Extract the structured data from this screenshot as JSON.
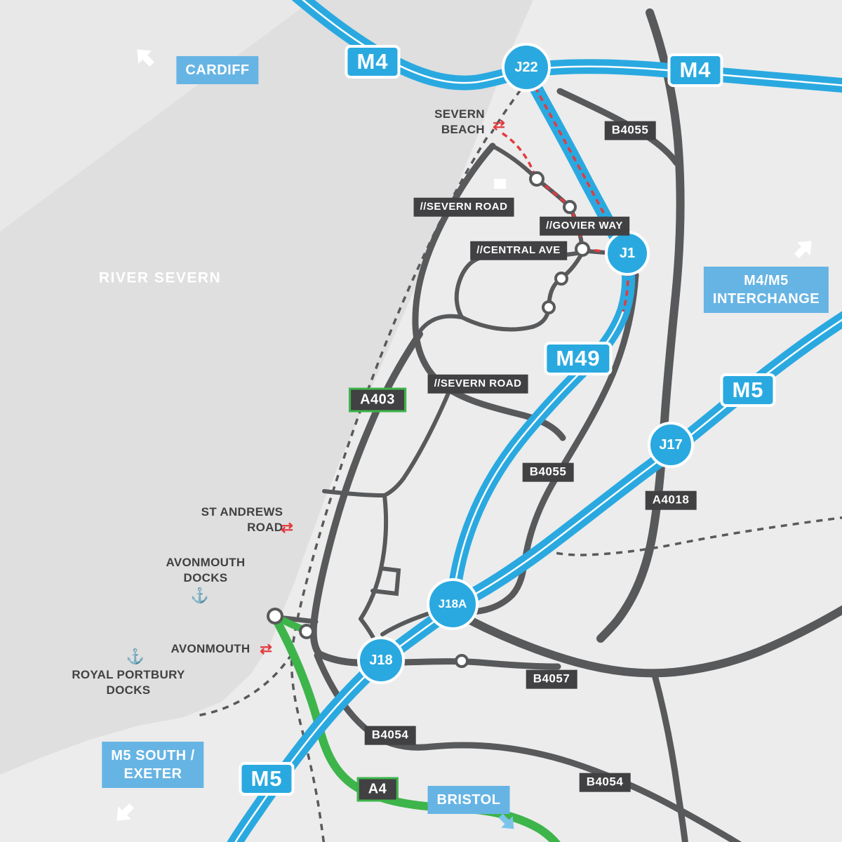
{
  "colors": {
    "motorway_blue": "#2aa9e0",
    "destination_blue": "#66b4e4",
    "road_dark": "#58595b",
    "badge_dark": "#414042",
    "a_road_green": "#3db54a",
    "route_red": "#e23b3f",
    "water_gray": "#dfdfdf",
    "land_gray": "#ececec",
    "dock_navy": "#1d3c5f"
  },
  "motorway_badges": [
    {
      "label": "M4"
    },
    {
      "label": "M4"
    },
    {
      "label": "M49"
    },
    {
      "label": "M5"
    },
    {
      "label": "M5"
    }
  ],
  "junctions": [
    {
      "label": "J22"
    },
    {
      "label": "J1"
    },
    {
      "label": "J17"
    },
    {
      "label": "J18A"
    },
    {
      "label": "J18"
    }
  ],
  "road_badges": [
    {
      "label": "B4055"
    },
    {
      "label": "B4055"
    },
    {
      "label": "A4018"
    },
    {
      "label": "B4057"
    },
    {
      "label": "B4054"
    },
    {
      "label": "B4054"
    }
  ],
  "a_road_badges": [
    {
      "label": "A403"
    },
    {
      "label": "A4"
    }
  ],
  "street_badges": [
    {
      "label": "//SEVERN ROAD"
    },
    {
      "label": "//GOVIER WAY"
    },
    {
      "label": "//CENTRAL AVE"
    },
    {
      "label": "//SEVERN ROAD"
    }
  ],
  "destinations": [
    {
      "lines": [
        "CARDIFF"
      ]
    },
    {
      "lines": [
        "M4/M5",
        "INTERCHANGE"
      ]
    },
    {
      "lines": [
        "M5 SOUTH /",
        "EXETER"
      ]
    },
    {
      "lines": [
        "BRISTOL"
      ]
    }
  ],
  "places": [
    {
      "lines": [
        "RIVER SEVERN"
      ]
    },
    {
      "lines": [
        "SEVERN",
        "BEACH"
      ]
    },
    {
      "lines": [
        "ST ANDREWS",
        "ROAD"
      ]
    },
    {
      "lines": [
        "AVONMOUTH",
        "DOCKS"
      ]
    },
    {
      "lines": [
        "AVONMOUTH"
      ]
    },
    {
      "lines": [
        "ROYAL PORTBURY",
        "DOCKS"
      ]
    }
  ],
  "icons": {
    "rail": "⇄",
    "anchor": "⚓"
  }
}
